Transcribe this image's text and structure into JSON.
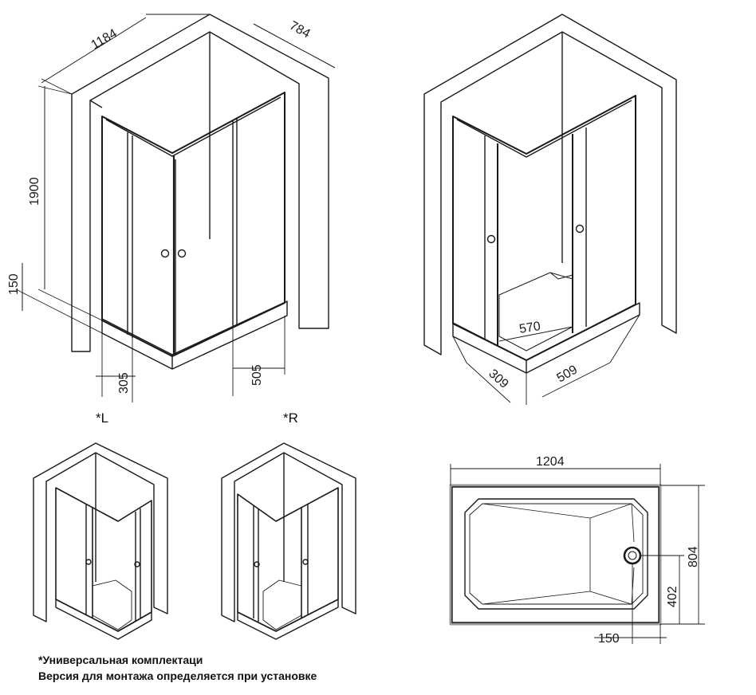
{
  "views": {
    "front": {
      "dims": {
        "width": "1184",
        "depth": "784",
        "height": "1900",
        "tray_height": "150",
        "door_left": "305",
        "door_right": "505"
      }
    },
    "back": {
      "dims": {
        "entrance": "570",
        "side_left": "309",
        "side_right": "509"
      }
    },
    "variants": {
      "left": "*L",
      "right": "*R"
    },
    "tray": {
      "dims": {
        "length": "1204",
        "width": "804",
        "drain_y": "402",
        "drain_x": "150"
      }
    }
  },
  "notes": {
    "line1": "*Универсальная комплектаци",
    "line2": "Версия для монтажа определяется при установке"
  },
  "colors": {
    "stroke": "#1a1a1a",
    "tray_edge": "#9a9a9a"
  }
}
